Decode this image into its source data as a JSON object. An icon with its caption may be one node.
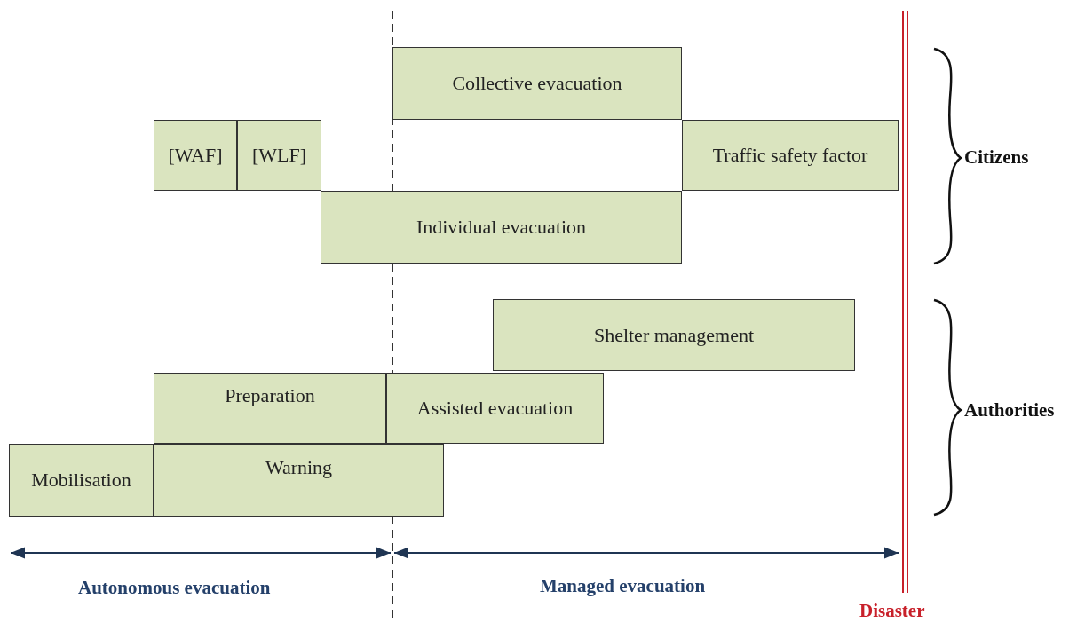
{
  "diagram": {
    "nodes": [
      {
        "text": [
          "Collective evacuation"
        ]
      },
      {
        "text": [
          "[WAF]"
        ]
      },
      {
        "text": [
          "[WLF]"
        ]
      },
      {
        "text": [
          "Traffic safety factor"
        ]
      },
      {
        "text": [
          "Individual evacuation"
        ]
      },
      {
        "text": [
          "Shelter management"
        ]
      },
      {
        "text": [
          "Preparation"
        ]
      },
      {
        "text": [
          "Assisted evacuation"
        ]
      },
      {
        "text": [
          "Mobilisation"
        ]
      },
      {
        "text": [
          "Warning"
        ]
      }
    ],
    "edges": [],
    "labels": [
      "Citizens",
      "Authorities",
      "Autonomous evacuation",
      "Managed evacuation",
      "Disaster"
    ]
  }
}
